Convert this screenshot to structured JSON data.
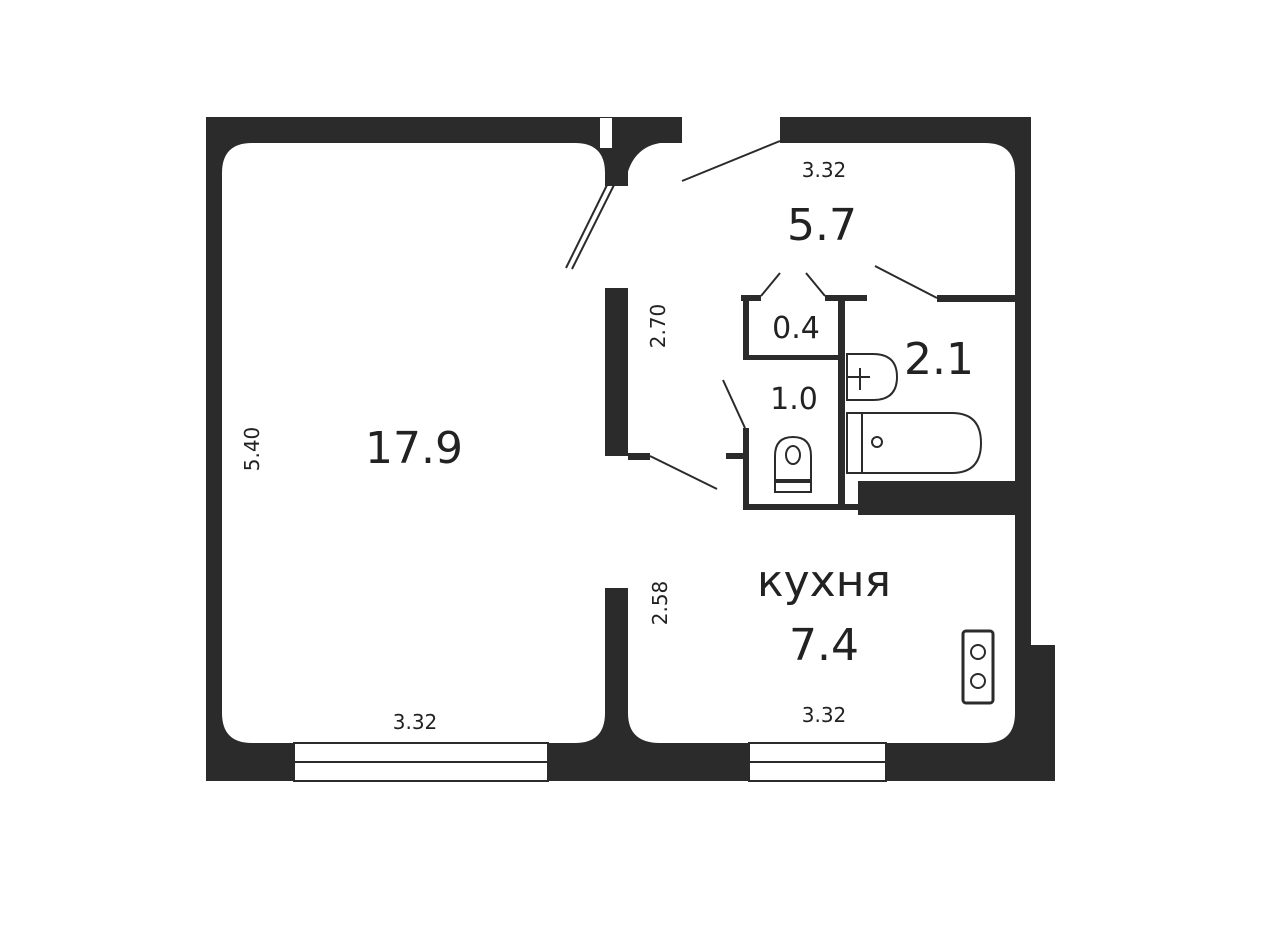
{
  "colors": {
    "wall": "#2b2b2b",
    "background": "#ffffff",
    "text": "#222222"
  },
  "rooms": {
    "living": {
      "area": "17.9"
    },
    "hall": {
      "area": "5.7"
    },
    "closet": {
      "area": "0.4"
    },
    "toilet": {
      "area": "1.0"
    },
    "bathroom": {
      "area": "2.1"
    },
    "kitchen": {
      "name": "кухня",
      "area": "7.4"
    }
  },
  "dimensions": {
    "living_width": "3.32",
    "living_length": "5.40",
    "hall_width": "3.32",
    "hall_length": "2.70",
    "kitchen_width": "3.32",
    "kitchen_length": "2.58"
  },
  "fixtures": [
    "sink-icon",
    "bathtub-icon",
    "toilet-icon",
    "stove-icon"
  ]
}
